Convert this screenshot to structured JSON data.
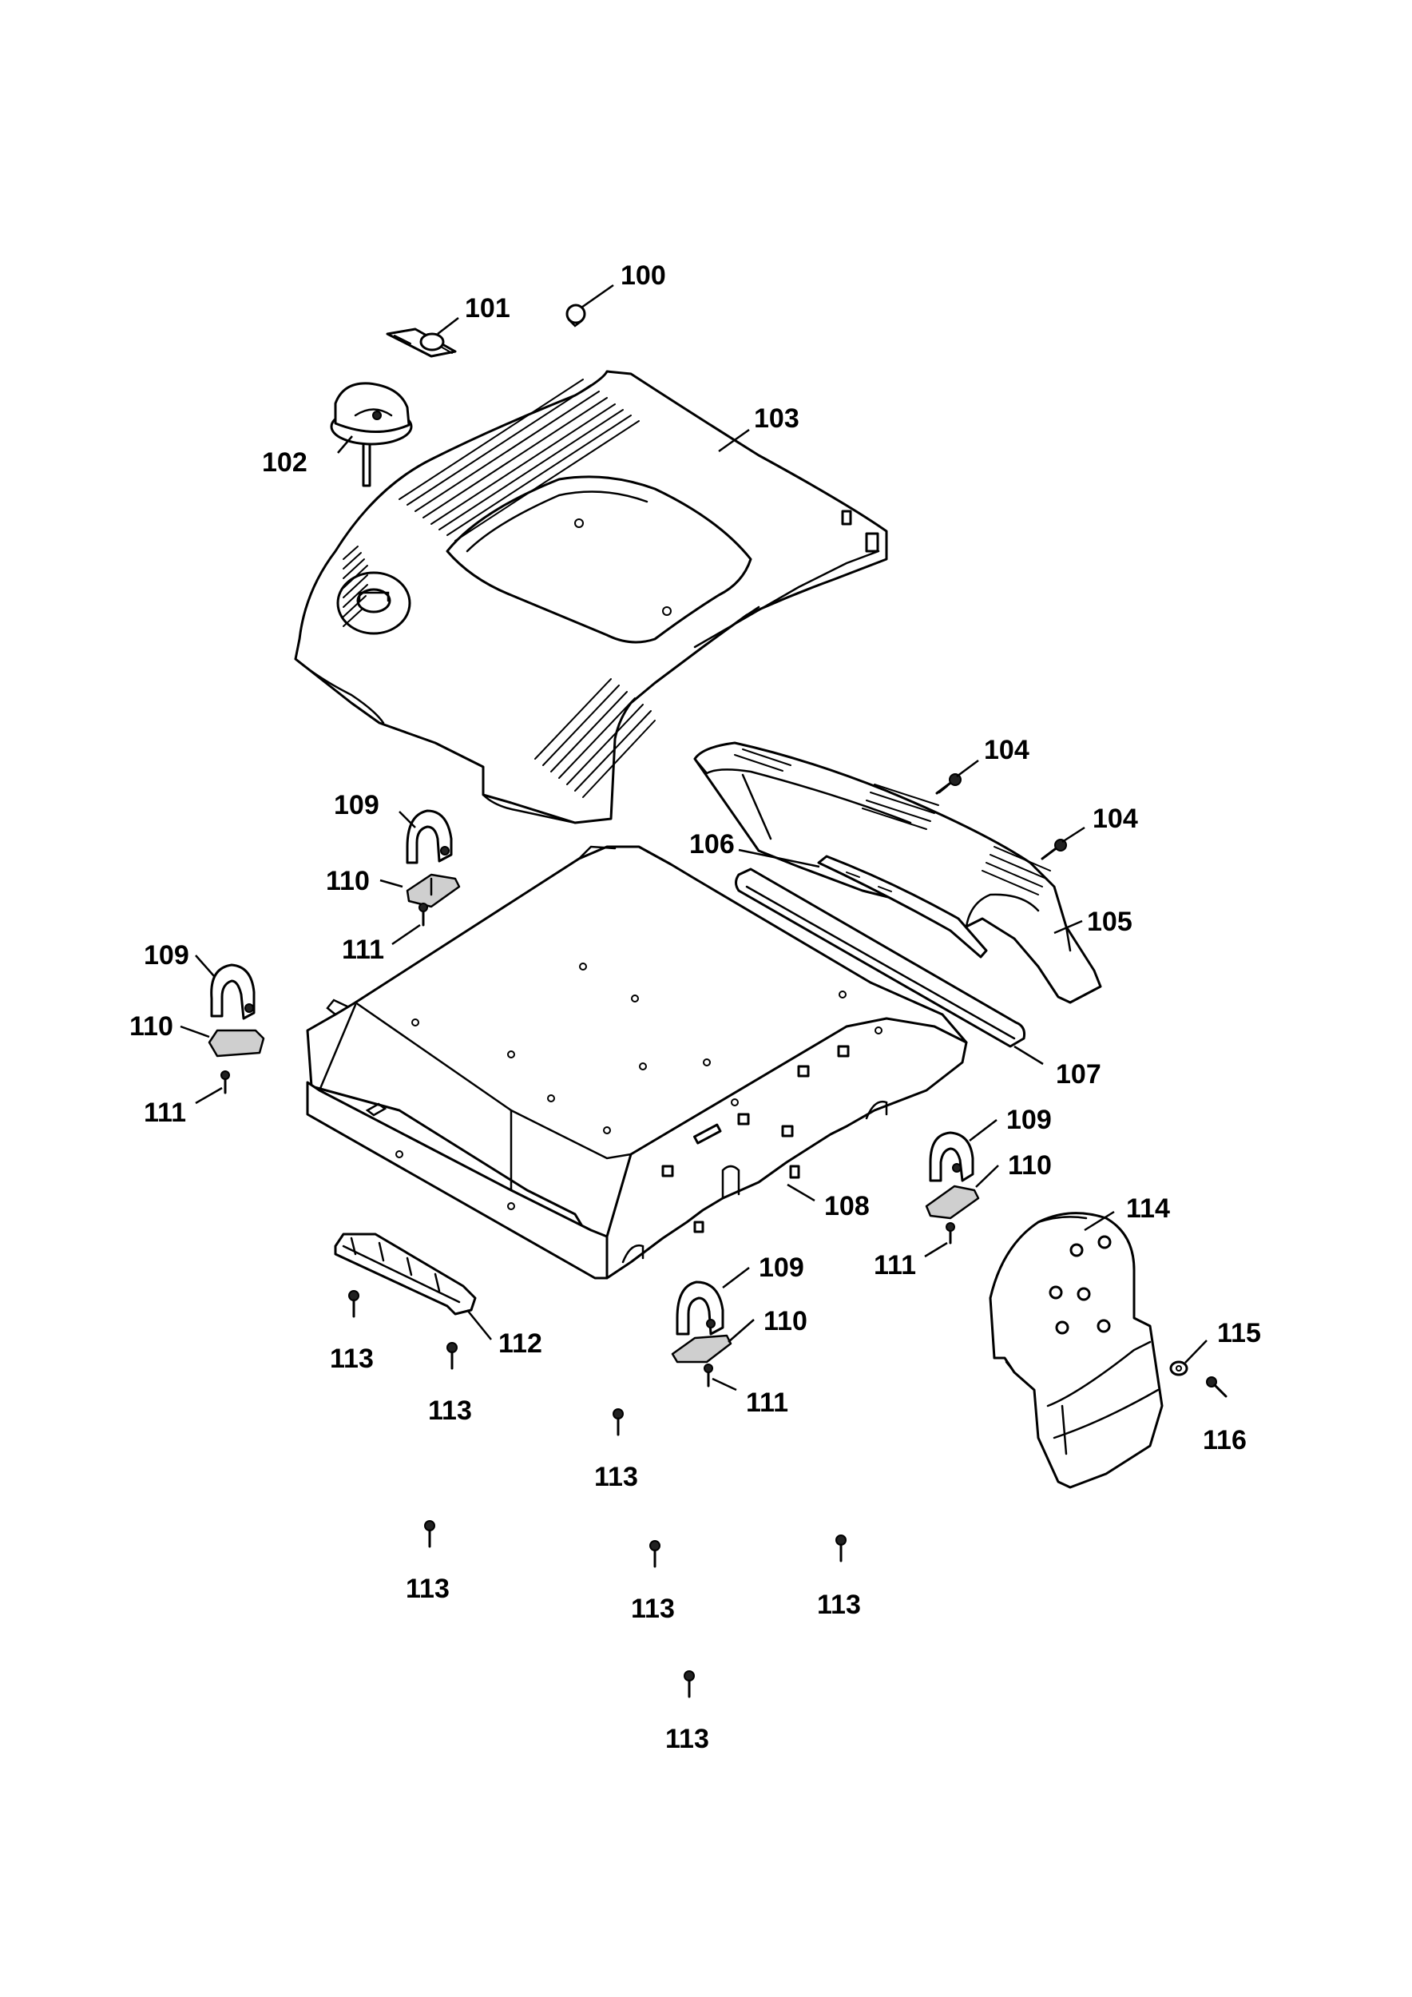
{
  "diagram": {
    "callouts": [
      {
        "key": "p100",
        "number": "100"
      },
      {
        "key": "p101",
        "number": "101"
      },
      {
        "key": "p102",
        "number": "102"
      },
      {
        "key": "p103",
        "number": "103"
      },
      {
        "key": "p104a",
        "number": "104"
      },
      {
        "key": "p104b",
        "number": "104"
      },
      {
        "key": "p105",
        "number": "105"
      },
      {
        "key": "p106",
        "number": "106"
      },
      {
        "key": "p107",
        "number": "107"
      },
      {
        "key": "p108",
        "number": "108"
      },
      {
        "key": "p109a",
        "number": "109"
      },
      {
        "key": "p110a",
        "number": "110"
      },
      {
        "key": "p111a",
        "number": "111"
      },
      {
        "key": "p109b",
        "number": "109"
      },
      {
        "key": "p110b",
        "number": "110"
      },
      {
        "key": "p111b",
        "number": "111"
      },
      {
        "key": "p109c",
        "number": "109"
      },
      {
        "key": "p110c",
        "number": "110"
      },
      {
        "key": "p111c",
        "number": "111"
      },
      {
        "key": "p109d",
        "number": "109"
      },
      {
        "key": "p110d",
        "number": "110"
      },
      {
        "key": "p111d",
        "number": "111"
      },
      {
        "key": "p112",
        "number": "112"
      },
      {
        "key": "p113a",
        "number": "113"
      },
      {
        "key": "p113b",
        "number": "113"
      },
      {
        "key": "p113c",
        "number": "113"
      },
      {
        "key": "p113d",
        "number": "113"
      },
      {
        "key": "p113e",
        "number": "113"
      },
      {
        "key": "p113f",
        "number": "113"
      },
      {
        "key": "p113g",
        "number": "113"
      },
      {
        "key": "p114",
        "number": "114"
      },
      {
        "key": "p115",
        "number": "115"
      },
      {
        "key": "p116",
        "number": "116"
      }
    ]
  }
}
